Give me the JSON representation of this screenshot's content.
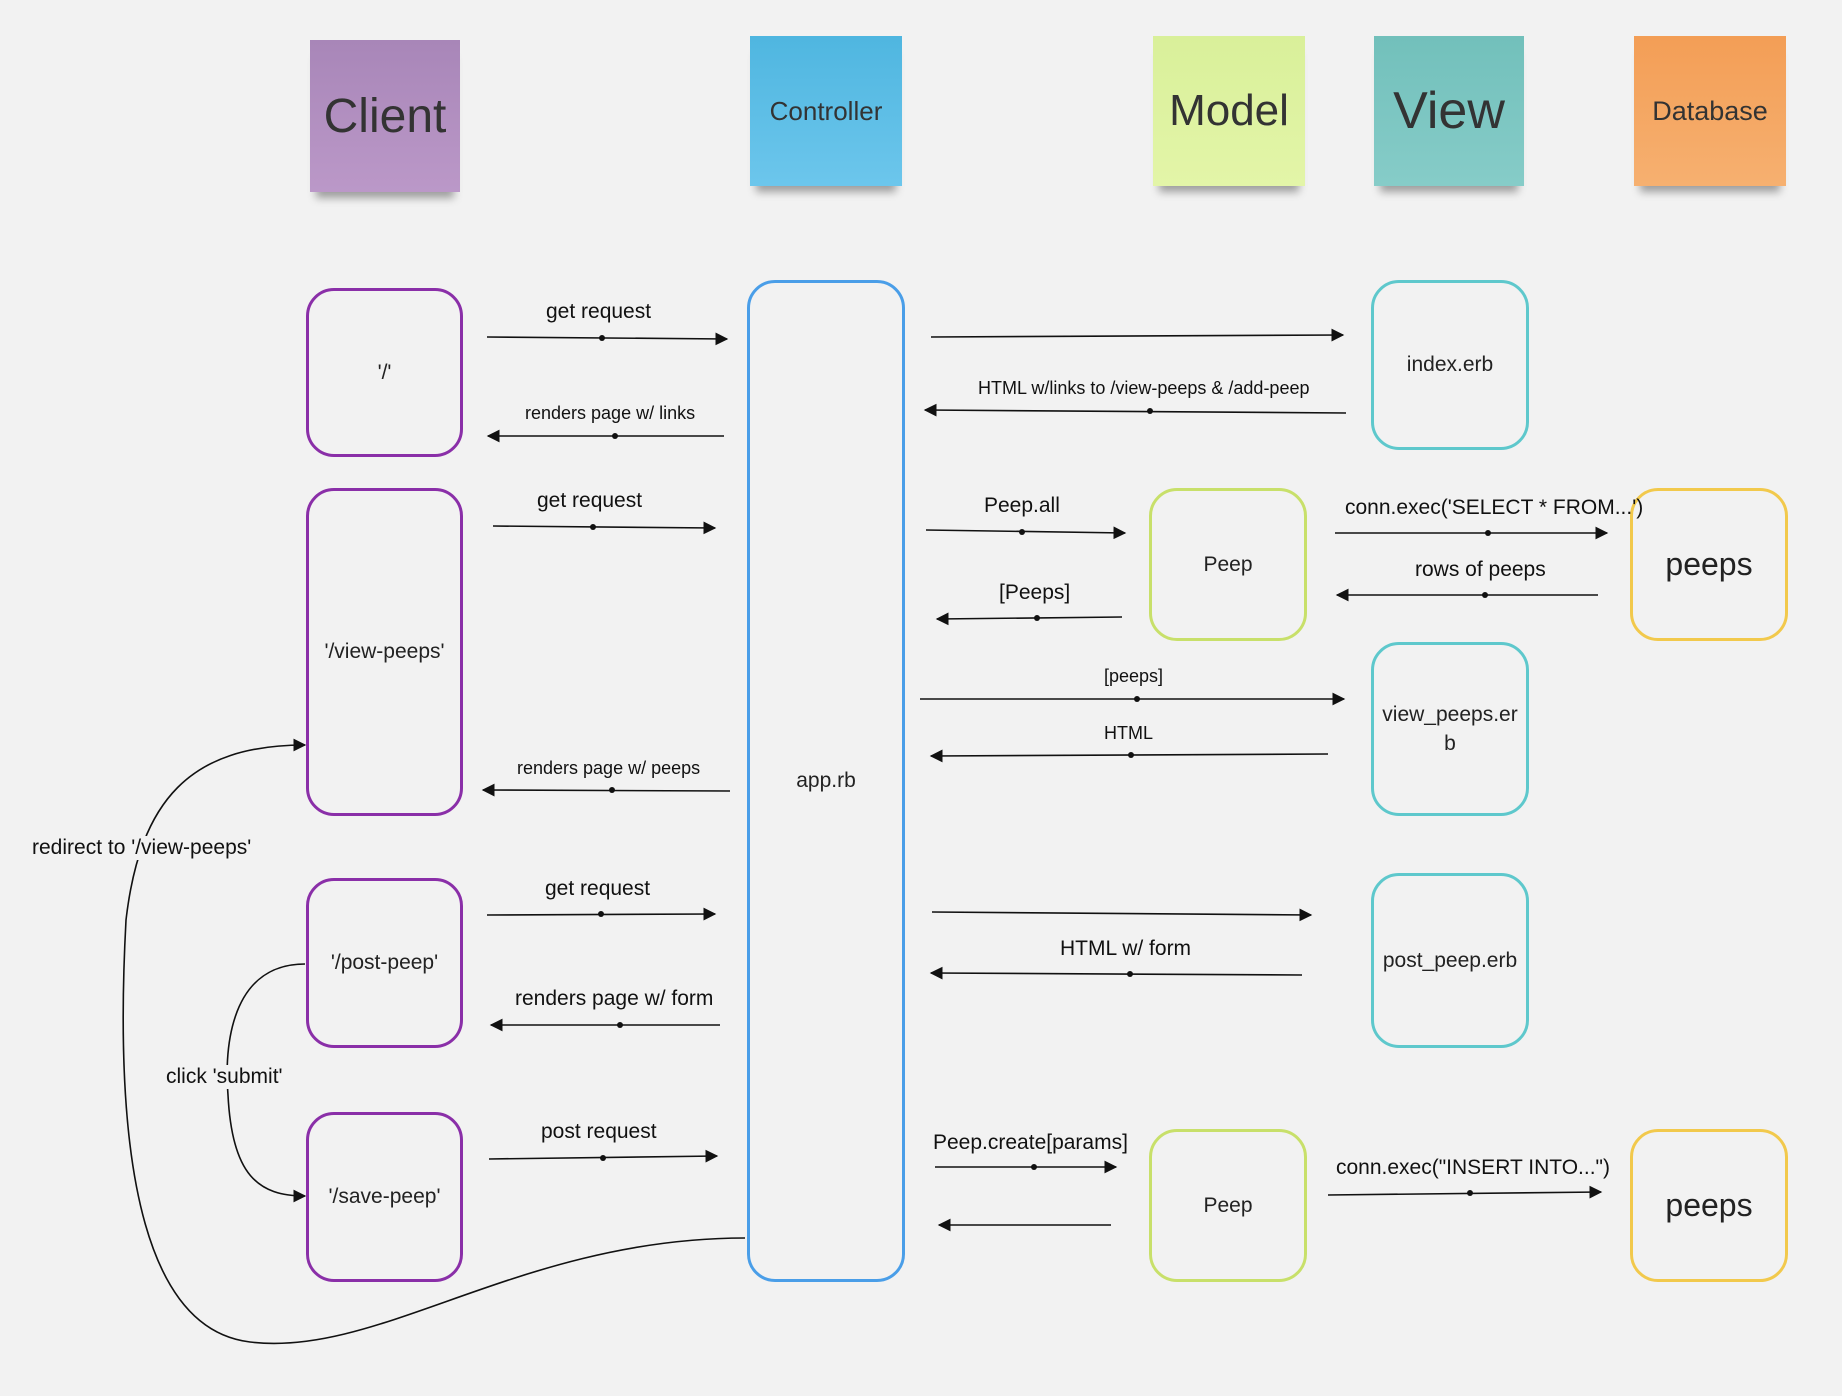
{
  "headers": {
    "client": "Client",
    "controller": "Controller",
    "model": "Model",
    "view": "View",
    "database": "Database"
  },
  "colors": {
    "client": "#b48fc0",
    "controller": "#5bc0e6",
    "model": "#dff29c",
    "view": "#7ec8c4",
    "database": "#f5a662"
  },
  "client_boxes": {
    "root": "'/'",
    "view_peeps": "'/view-peeps'",
    "post_peep": "'/post-peep'",
    "save_peep": "'/save-peep'"
  },
  "controller_box": "app.rb",
  "model_boxes": {
    "peep_1": "Peep",
    "peep_2": "Peep"
  },
  "view_boxes": {
    "index": "index.erb",
    "view_peeps": "view_peeps.er\nb",
    "post_peep": "post_peep.erb"
  },
  "db_boxes": {
    "peeps_1": "peeps",
    "peeps_2": "peeps"
  },
  "labels": {
    "get_request_1": "get request",
    "renders_links": "renders page w/ links",
    "html_links": "HTML w/links to /view-peeps & /add-peep",
    "get_request_2": "get request",
    "peep_all": "Peep.all",
    "peeps_result": "[Peeps]",
    "conn_select": "conn.exec('SELECT * FROM...')",
    "rows_of_peeps": "rows of peeps",
    "peeps_param": "[peeps]",
    "html": "HTML",
    "renders_peeps": "renders page w/ peeps",
    "redirect": "redirect to '/view-peeps'",
    "get_request_3": "get request",
    "html_form": "HTML w/ form",
    "renders_form": "renders page w/ form",
    "click_submit": "click 'submit'",
    "post_request": "post request",
    "peep_create": "Peep.create[params]",
    "conn_insert": "conn.exec(\"INSERT INTO...\")"
  }
}
